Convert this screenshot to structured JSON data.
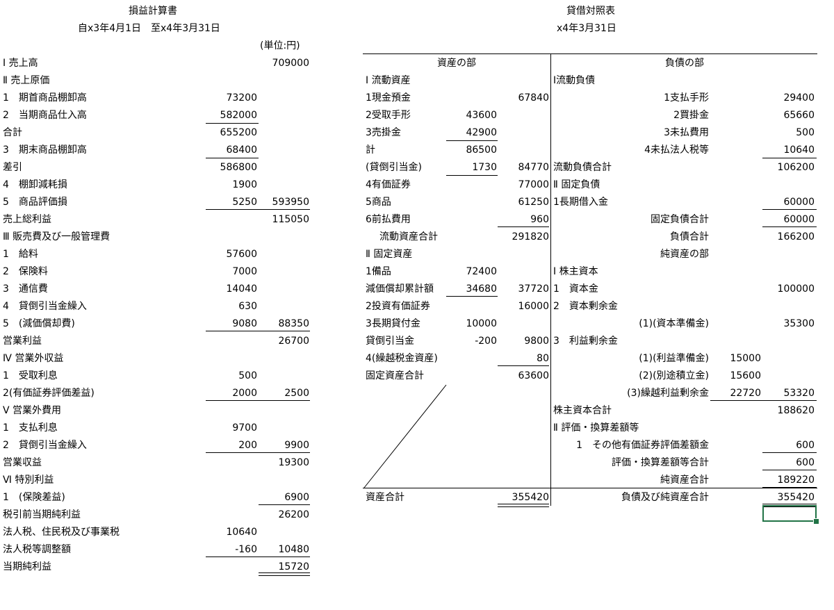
{
  "income_statement": {
    "title": "損益計算書",
    "period": "自x3年4月1日　至x4年3月31日",
    "unit": "(単位:円)",
    "rows": [
      {
        "label": "Ⅰ 売上高",
        "a": "",
        "b": "709000"
      },
      {
        "label": "Ⅱ 売上原価",
        "a": "",
        "b": ""
      },
      {
        "label": "1　期首商品棚卸高",
        "a": "73200",
        "b": ""
      },
      {
        "label": "2　当期商品仕入高",
        "a": "582000",
        "b": ""
      },
      {
        "label": "合計",
        "a": "655200",
        "b": ""
      },
      {
        "label": "3　期末商品棚卸高",
        "a": "68400",
        "b": ""
      },
      {
        "label": "差引",
        "a": "586800",
        "b": ""
      },
      {
        "label": "4　棚卸減耗損",
        "a": "1900",
        "b": ""
      },
      {
        "label": "5　商品評価損",
        "a": "5250",
        "b": "593950"
      },
      {
        "label": "売上総利益",
        "a": "",
        "b": "115050"
      },
      {
        "label": "Ⅲ 販売費及び一般管理費",
        "a": "",
        "b": ""
      },
      {
        "label": "1　給料",
        "a": "57600",
        "b": ""
      },
      {
        "label": "2　保険料",
        "a": "7000",
        "b": ""
      },
      {
        "label": "3　通信費",
        "a": "14040",
        "b": ""
      },
      {
        "label": "4　貸倒引当金繰入",
        "a": "630",
        "b": ""
      },
      {
        "label": "5　(減価償却費)",
        "a": "9080",
        "b": "88350"
      },
      {
        "label": "営業利益",
        "a": "",
        "b": "26700"
      },
      {
        "label": "Ⅳ 営業外収益",
        "a": "",
        "b": ""
      },
      {
        "label": "1　受取利息",
        "a": "500",
        "b": ""
      },
      {
        "label": "2(有価証券評価差益)",
        "a": "2000",
        "b": "2500"
      },
      {
        "label": "Ⅴ 営業外費用",
        "a": "",
        "b": ""
      },
      {
        "label": "1　支払利息",
        "a": "9700",
        "b": ""
      },
      {
        "label": "2　貸倒引当金繰入",
        "a": "200",
        "b": "9900"
      },
      {
        "label": "営業収益",
        "a": "",
        "b": "19300"
      },
      {
        "label": "Ⅵ 特別利益",
        "a": "",
        "b": ""
      },
      {
        "label": "1　(保険差益)",
        "a": "",
        "b": "6900"
      },
      {
        "label": "税引前当期純利益",
        "a": "",
        "b": "26200"
      },
      {
        "label": "法人税、住民税及び事業税",
        "a": "10640",
        "b": ""
      },
      {
        "label": "法人税等調整額",
        "a": "-160",
        "b": "10480"
      },
      {
        "label": "当期純利益",
        "a": "",
        "b": "15720"
      }
    ]
  },
  "balance_sheet": {
    "title": "貸借対照表",
    "date": "x4年3月31日",
    "assets_header": "資産の部",
    "liabilities_header": "負債の部",
    "assets": [
      {
        "label": "Ⅰ 流動資産",
        "a": "",
        "b": ""
      },
      {
        "label": "1現金預金",
        "a": "",
        "b": "67840"
      },
      {
        "label": "2受取手形",
        "a": "43600",
        "b": ""
      },
      {
        "label": "3売掛金",
        "a": "42900",
        "b": ""
      },
      {
        "label": "計",
        "a": "86500",
        "b": ""
      },
      {
        "label": "(貸倒引当金)",
        "a": "1730",
        "b": "84770"
      },
      {
        "label": "4有価証券",
        "a": "",
        "b": "77000"
      },
      {
        "label": "5商品",
        "a": "",
        "b": "61250"
      },
      {
        "label": "6前払費用",
        "a": "",
        "b": "960"
      },
      {
        "label": "流動資産合計",
        "a": "",
        "b": "291820"
      },
      {
        "label": "Ⅱ 固定資産",
        "a": "",
        "b": ""
      },
      {
        "label": "1備品",
        "a": "72400",
        "b": ""
      },
      {
        "label": "減価償却累計額",
        "a": "34680",
        "b": "37720"
      },
      {
        "label": "2投資有価証券",
        "a": "",
        "b": "16000"
      },
      {
        "label": "3長期貸付金",
        "a": "10000",
        "b": ""
      },
      {
        "label": "貸倒引当金",
        "a": "-200",
        "b": "9800"
      },
      {
        "label": "4(繰越税金資産)",
        "a": "",
        "b": "80"
      },
      {
        "label": "固定資産合計",
        "a": "",
        "b": "63600"
      }
    ],
    "assets_total_label": "資産合計",
    "assets_total": "355420",
    "liabilities": [
      {
        "label": "Ⅰ流動負債",
        "a": "",
        "b": ""
      },
      {
        "label": "1支払手形",
        "a": "",
        "b": "29400"
      },
      {
        "label": "2買掛金",
        "a": "",
        "b": "65660"
      },
      {
        "label": "3未払費用",
        "a": "",
        "b": "500"
      },
      {
        "label": "4未払法人税等",
        "a": "",
        "b": "10640"
      },
      {
        "label": "流動負債合計",
        "a": "",
        "b": "106200"
      },
      {
        "label": "Ⅱ 固定負債",
        "a": "",
        "b": ""
      },
      {
        "label": "1長期借入金",
        "a": "",
        "b": ""
      },
      {
        "label": "固定負債合計",
        "a": "",
        "b": "60000"
      },
      {
        "label": "負債合計",
        "a": "",
        "b": "166200"
      },
      {
        "label": "純資産の部",
        "a": "",
        "b": ""
      },
      {
        "label": "Ⅰ 株主資本",
        "a": "",
        "b": ""
      },
      {
        "label": "1　資本金",
        "a": "",
        "b": "100000"
      },
      {
        "label": "2　資本剰余金",
        "a": "",
        "b": ""
      },
      {
        "label": "(1)(資本準備金)",
        "a": "",
        "b": "35300"
      },
      {
        "label": "3　利益剰余金",
        "a": "",
        "b": ""
      },
      {
        "label": "(1)(利益準備金)",
        "a": "15000",
        "b": ""
      },
      {
        "label": "(2)(別途積立金)",
        "a": "15600",
        "b": ""
      },
      {
        "label": "(3)繰越利益剰余金",
        "a": "22720",
        "b": "53320"
      },
      {
        "label": "株主資本合計",
        "a": "",
        "b": "188620"
      },
      {
        "label": "Ⅱ 評価・換算差額等",
        "a": "",
        "b": ""
      },
      {
        "label": "1　その他有価証券評価差額金",
        "a": "",
        "b": "600"
      },
      {
        "label": "評価・換算差額等合計",
        "a": "",
        "b": "600"
      },
      {
        "label": "純資産合計",
        "a": "",
        "b": "189220"
      },
      {
        "label": "負債及び純資産合計",
        "a": "",
        "b": "355420"
      }
    ],
    "long_term_loan_value": "60000"
  },
  "colors": {
    "selection": "#217346"
  }
}
